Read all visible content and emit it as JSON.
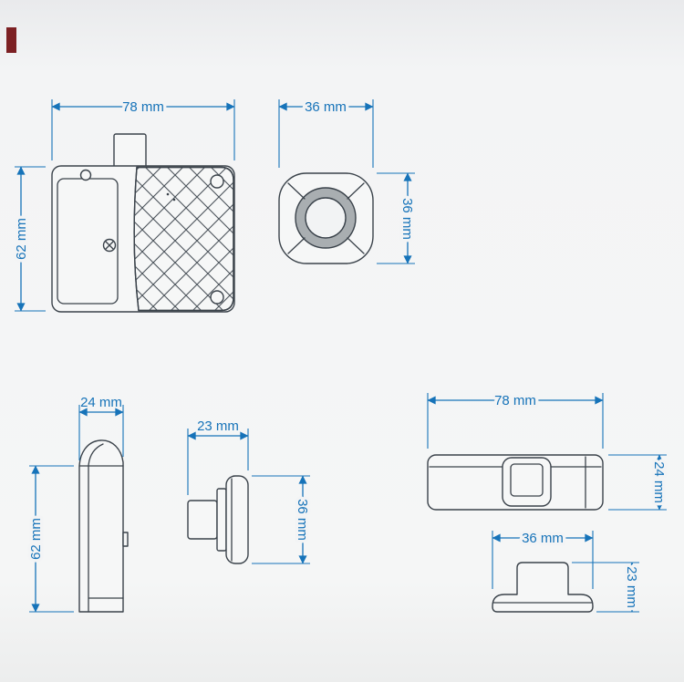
{
  "colors": {
    "background": "#f2f3f4",
    "drawing_line": "#3a424a",
    "dimension_blue": "#1673b9",
    "corner_marker_red": "#7c2023"
  },
  "dimensions": {
    "lock_front": {
      "width": "78 mm",
      "height": "62 mm"
    },
    "sensor_front": {
      "width": "36 mm",
      "height": "36 mm"
    },
    "lock_side": {
      "width": "24 mm",
      "height": "62 mm"
    },
    "sensor_side": {
      "width": "23 mm",
      "height": "36 mm"
    },
    "lock_top": {
      "width": "78 mm",
      "height": "24 mm"
    },
    "sensor_knob": {
      "width": "36 mm",
      "height": "23 mm"
    }
  }
}
